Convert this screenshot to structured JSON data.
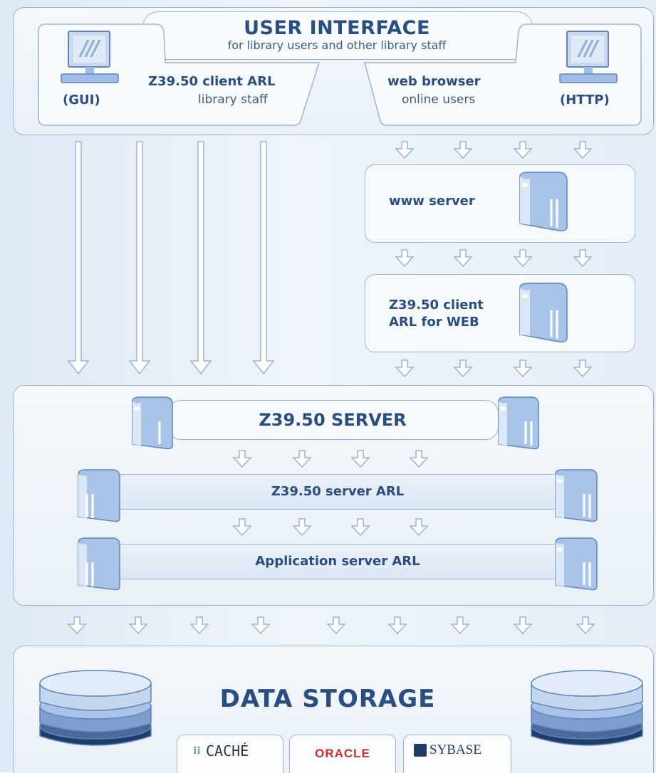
{
  "ui": {
    "title": "USER INTERFACE",
    "subtitle": "for library users and other library staff",
    "left": {
      "label": "(GUI)",
      "name": "Z39.50 client ARL",
      "role": "library staff"
    },
    "right": {
      "name": "web browser",
      "role": "online users",
      "label": "(HTTP)"
    }
  },
  "web": {
    "www_server": "www server",
    "client_web_line1": "Z39.50 client",
    "client_web_line2": "ARL for WEB"
  },
  "server": {
    "title": "Z39.50 SERVER",
    "server_arl": "Z39.50 server ARL",
    "app_server": "Application server ARL"
  },
  "storage": {
    "title": "DATA STORAGE",
    "logos": [
      {
        "text": "CACHÉ",
        "icon": "cache-logo-icon"
      },
      {
        "text": "ORACLE",
        "icon": "oracle-logo-icon"
      },
      {
        "text": "SYBASE",
        "icon": "sybase-logo-icon"
      }
    ]
  },
  "colors": {
    "accent": "#2a4d82",
    "border": "#9cb4d0",
    "server_blue": "#9fbde6"
  }
}
